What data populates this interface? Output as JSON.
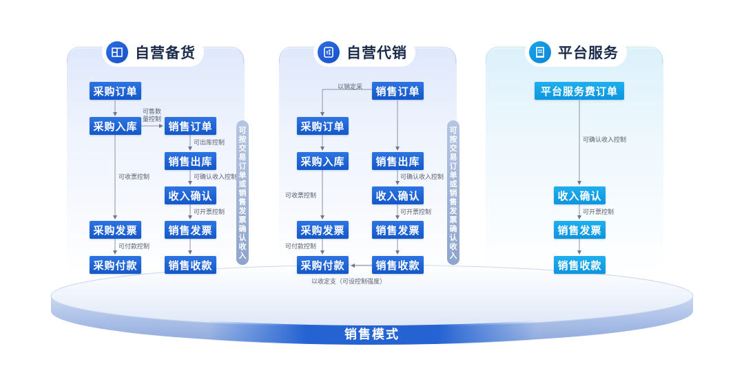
{
  "colors": {
    "primary": "#1f65d6",
    "cyan": "#12a0e6",
    "bar": "#9fb2d8",
    "text": "#1a2a4a"
  },
  "sections": [
    {
      "title": "自营备货",
      "icon": "boxes-icon"
    },
    {
      "title": "自营代销",
      "icon": "consignment-document-icon"
    },
    {
      "title": "平台服务",
      "icon": "service-document-icon"
    }
  ],
  "col1": {
    "purchase_order": "采购订单",
    "purchase_in": "采购入库",
    "purchase_invoice": "采购发票",
    "purchase_payment": "采购付款",
    "sales_order": "销售订单",
    "sales_out": "销售出库",
    "income_confirm": "收入确认",
    "sales_invoice": "销售发票",
    "sales_receipt": "销售收款",
    "lbl_qty_a": "可售数",
    "lbl_qty_b": "量控制",
    "lbl_out_ctrl": "可出库控制",
    "lbl_income_ctrl": "可确认收入控制",
    "lbl_invoice_recv_ctrl": "可收票控制",
    "lbl_invoice_open_ctrl": "可开票控制",
    "lbl_pay_ctrl": "可付款控制",
    "vbar": "可按交易订单或销售发票确认收入"
  },
  "col2": {
    "sales_order": "销售订单",
    "purchase_order": "采购订单",
    "purchase_in": "采购入库",
    "purchase_invoice": "采购发票",
    "purchase_payment": "采购付款",
    "sales_out": "销售出库",
    "income_confirm": "收入确认",
    "sales_invoice": "销售发票",
    "sales_receipt": "销售收款",
    "lbl_sale_purchase": "以销定采",
    "lbl_income_ctrl": "可确认收入控制",
    "lbl_invoice_recv_ctrl": "可收票控制",
    "lbl_invoice_open_ctrl": "可开票控制",
    "lbl_pay_ctrl": "可付款控制",
    "lbl_receipt_pay": "以收定支（可设控制强度）",
    "vbar": "可按交易订单或销售发票确认收入"
  },
  "col3": {
    "service_order": "平台服务费订单",
    "income_confirm": "收入确认",
    "sales_invoice": "销售发票",
    "sales_receipt": "销售收款",
    "lbl_income_ctrl": "可确认收入控制",
    "lbl_invoice_open_ctrl": "可开票控制"
  },
  "base_label": "销售模式"
}
